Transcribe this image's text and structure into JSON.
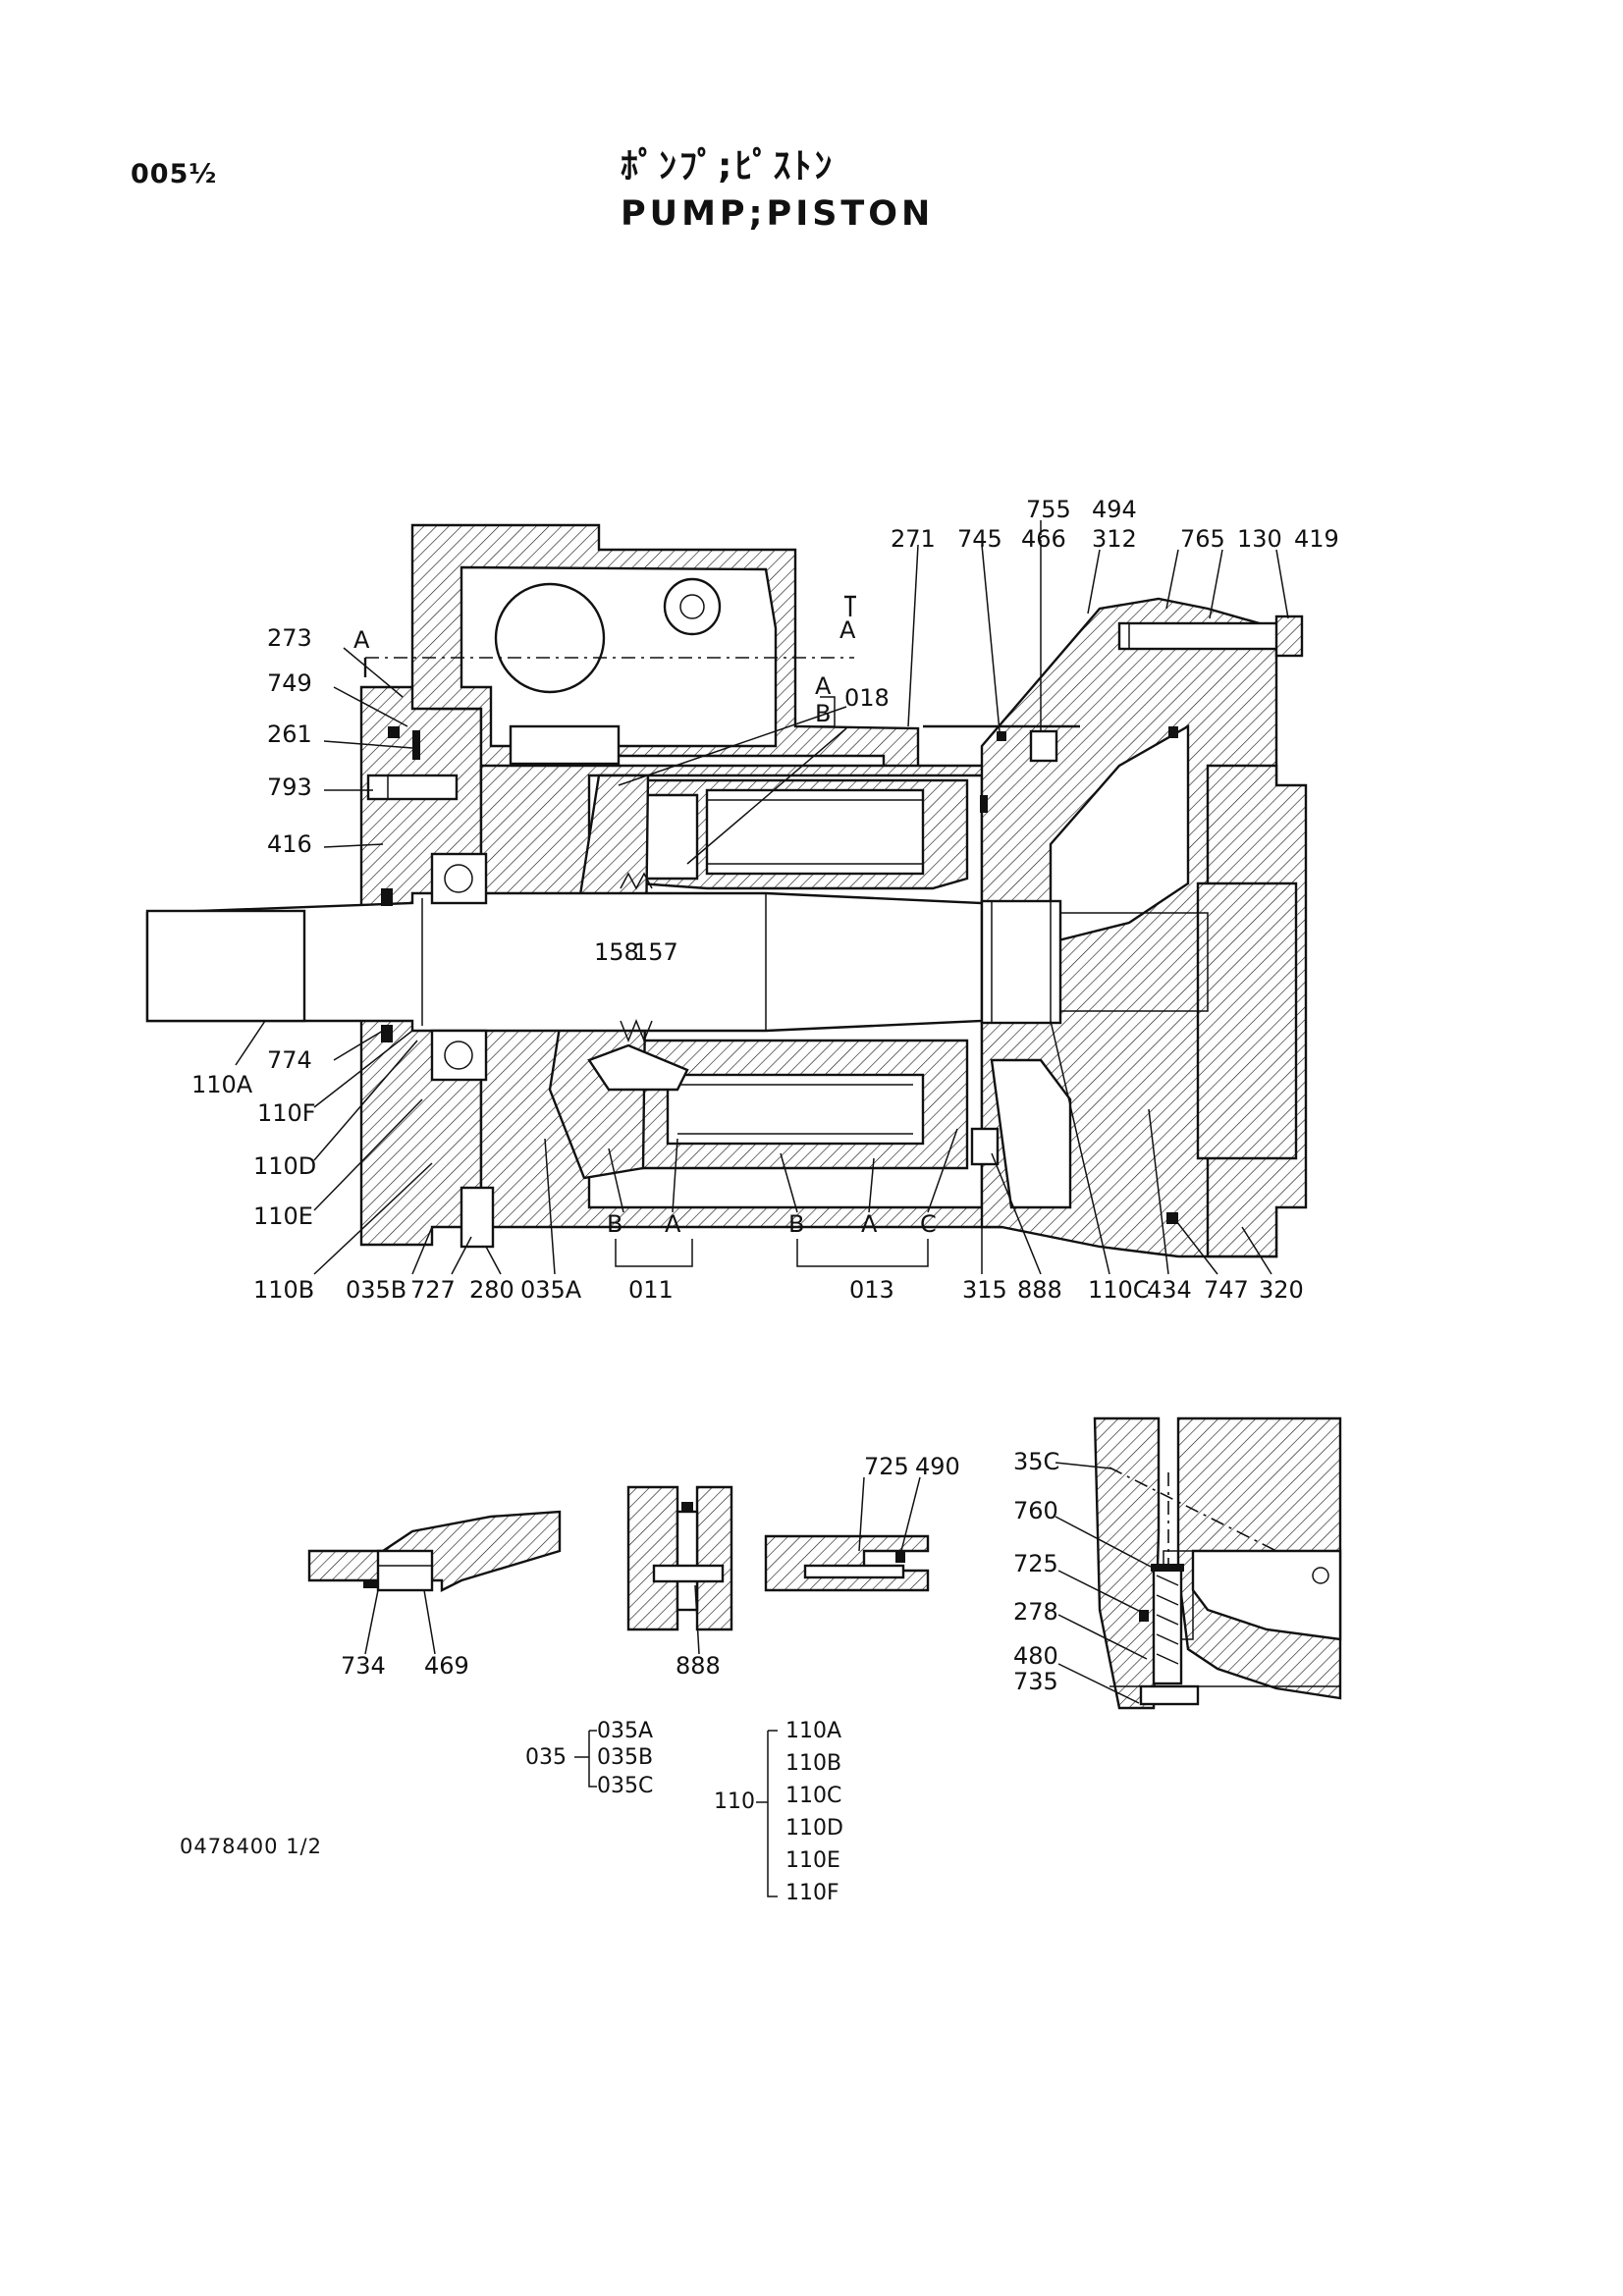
{
  "header": {
    "page_number": "005½",
    "title_jp": "ﾎﾟﾝﾌﾟ;ﾋﾟｽﾄﾝ",
    "title_en": "PUMP;PISTON"
  },
  "doc_code": "0478400 1/2",
  "main_labels": {
    "l755": "755",
    "l494": "494",
    "l271": "271",
    "l745": "745",
    "l466": "466",
    "l312": "312",
    "l765": "765",
    "l130": "130",
    "l419": "419",
    "l273": "273",
    "lA1": "A",
    "lA2": "A",
    "l749": "749",
    "l261": "261",
    "l793": "793",
    "l416": "416",
    "lA3": "A",
    "lB3": "B",
    "l018": "018",
    "l158": "158",
    "l157": "157",
    "l110A": "110A",
    "l774": "774",
    "l110F": "110F",
    "l110D": "110D",
    "l110E": "110E",
    "l110B": "110B",
    "l035B": "035B",
    "l727": "727",
    "l280": "280",
    "l035A": "035A",
    "lB11": "B",
    "lA11": "A",
    "l011": "011",
    "lB13": "B",
    "lA13": "A",
    "lC13": "C",
    "l013": "013",
    "l315": "315",
    "l888": "888",
    "l110C": "110C",
    "l434": "434",
    "l747": "747",
    "l320": "320"
  },
  "detail_labels": {
    "l734": "734",
    "l469": "469",
    "l888": "888",
    "l725a": "725",
    "l490": "490",
    "l35C": "35C",
    "l760": "760",
    "l725b": "725",
    "l278": "278",
    "l480": "480",
    "l735": "735"
  },
  "legend": {
    "group035": {
      "parent": "035",
      "children": [
        "035A",
        "035B",
        "035C"
      ]
    },
    "group110": {
      "parent": "110",
      "children": [
        "110A",
        "110B",
        "110C",
        "110D",
        "110E",
        "110F"
      ]
    }
  }
}
